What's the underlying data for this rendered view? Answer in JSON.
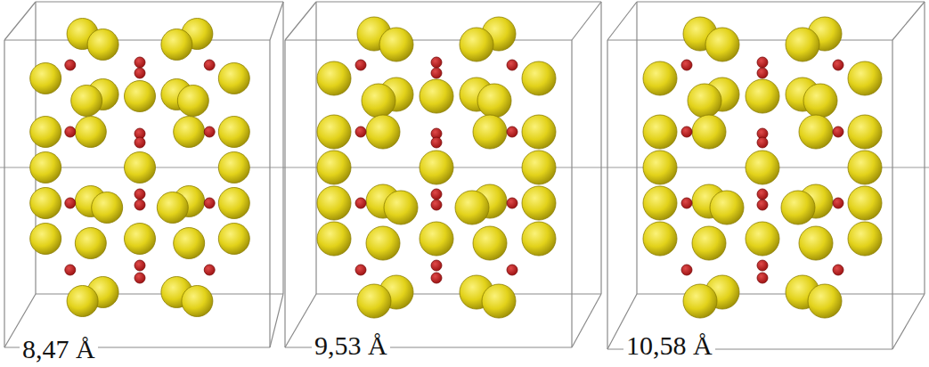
{
  "diagram": {
    "labels": [
      "8,47 Å",
      "9,53 Å",
      "10,58 Å"
    ]
  }
}
